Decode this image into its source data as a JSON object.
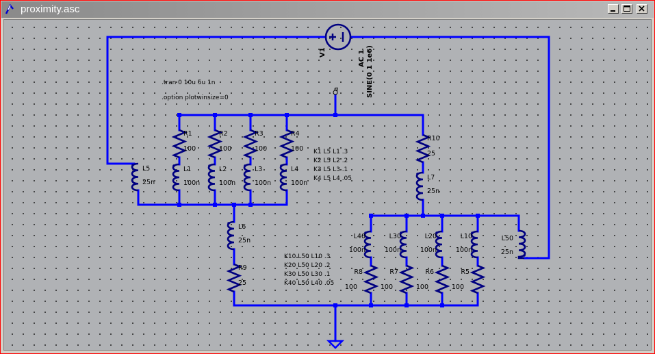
{
  "window": {
    "title": "proximity.asc"
  },
  "directives": {
    "tran": ".tran 0 10u 5u 1n",
    "option": ".option plotwinsize=0",
    "k_group1": [
      "K1 L5 L1 .3",
      "K2 L5 L2 .2",
      "K3 L5 L3 .1",
      "K4 L5 L4 .05"
    ],
    "k_group2": [
      "K10 L50 L10 .3",
      "K20 L50 L20 .2",
      "K30 L50 L30 .1",
      "K40 L50 L40 .05"
    ]
  },
  "source": {
    "name": "V1",
    "ac": "AC 1",
    "value": "SINE(0 1 1e6)"
  },
  "top_resistors": [
    {
      "name": "R1",
      "value": "100"
    },
    {
      "name": "R2",
      "value": "100"
    },
    {
      "name": "R3",
      "value": "100"
    },
    {
      "name": "R4",
      "value": "100"
    }
  ],
  "top_inductors": [
    {
      "name": "L1",
      "value": "100n"
    },
    {
      "name": "L2",
      "value": "100n"
    },
    {
      "name": "L3",
      "value": "100n"
    },
    {
      "name": "L4",
      "value": "100n"
    }
  ],
  "L5": {
    "name": "L5",
    "value": "25n"
  },
  "L6": {
    "name": "L6",
    "value": "25n"
  },
  "R9": {
    "name": "R9",
    "value": "25"
  },
  "R10": {
    "name": "R10",
    "value": "25"
  },
  "L7": {
    "name": "L7",
    "value": "25n"
  },
  "bottom_inductors": [
    {
      "name": "L40",
      "value": "100n"
    },
    {
      "name": "L30",
      "value": "100n"
    },
    {
      "name": "L20",
      "value": "100n"
    },
    {
      "name": "L10",
      "value": "100n"
    }
  ],
  "bottom_resistors": [
    {
      "name": "R8",
      "value": "100"
    },
    {
      "name": "R7",
      "value": "100"
    },
    {
      "name": "R6",
      "value": "100"
    },
    {
      "name": "R5",
      "value": "100"
    }
  ],
  "L50": {
    "name": "L50",
    "value": "25n"
  },
  "net_label": "a"
}
